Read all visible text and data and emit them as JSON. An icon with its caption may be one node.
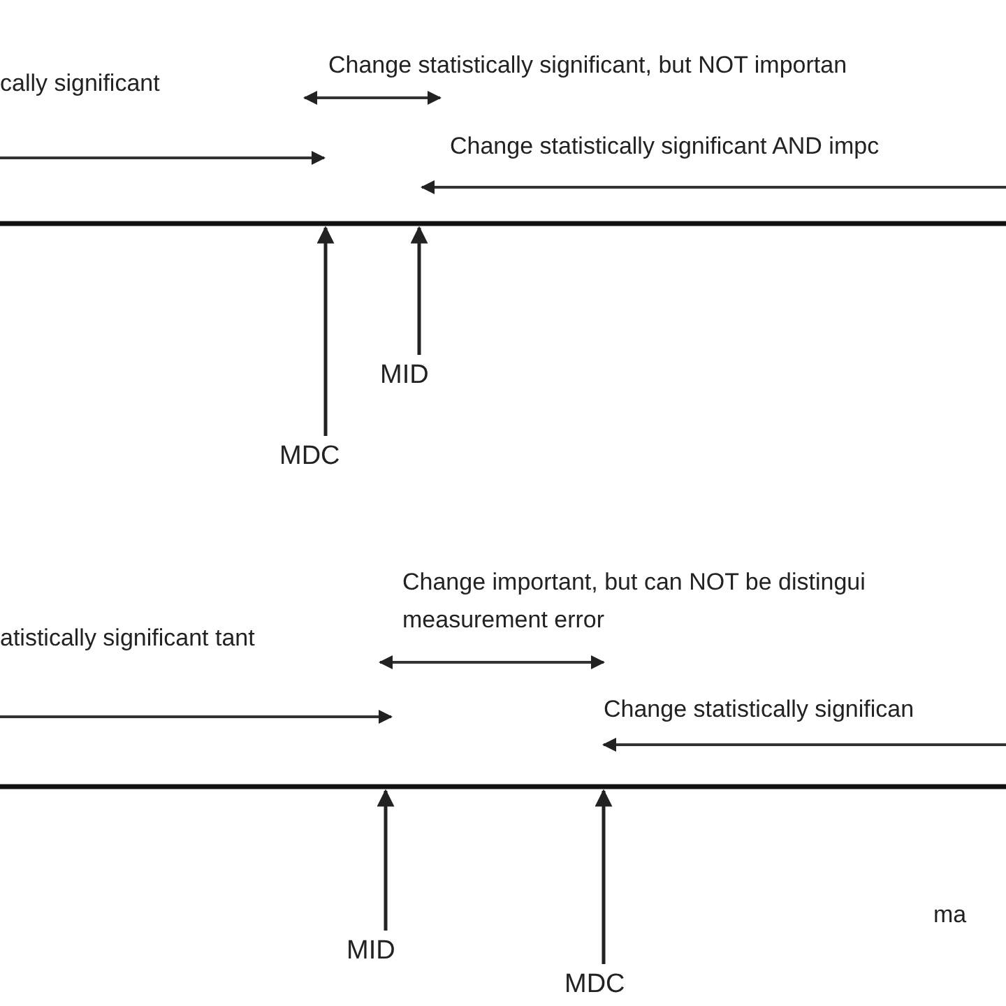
{
  "diagram": {
    "nodes": [
      {
        "text": [
          "MID"
        ]
      },
      {
        "text": [
          "MDC"
        ]
      },
      {
        "text": [
          "MID"
        ]
      },
      {
        "text": [
          "MDC"
        ]
      }
    ],
    "edges": [
      {
        "from": 0,
        "to": null,
        "arrow": "to"
      },
      {
        "from": 1,
        "to": null,
        "arrow": "to"
      },
      {
        "from": 2,
        "to": null,
        "arrow": "to"
      },
      {
        "from": 3,
        "to": null,
        "arrow": "to"
      }
    ],
    "labels": [
      "Change statistically significant, but NOT importan",
      "cally significant",
      "Change statistically significant AND impc",
      "Change important, but can NOT be distingui measurement error",
      "atistically significant tant",
      "Change statistically significan",
      "ma"
    ]
  }
}
